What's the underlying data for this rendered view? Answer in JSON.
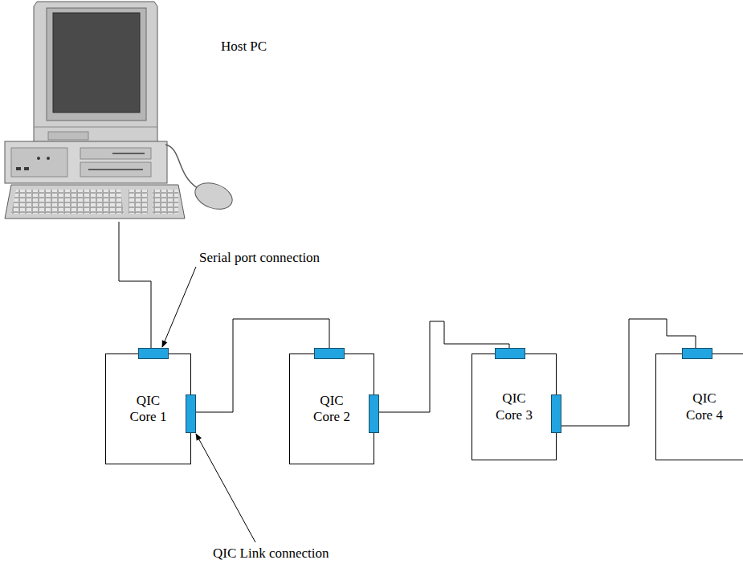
{
  "diagram": {
    "nodes": [
      {
        "text": [
          "Host PC"
        ]
      },
      {
        "text": [
          "QIC Core 1"
        ]
      },
      {
        "text": [
          "QIC Core 2"
        ]
      },
      {
        "text": [
          "QIC Core 3"
        ]
      },
      {
        "text": [
          "QIC Core 4"
        ]
      }
    ],
    "edges": [
      {
        "from": 0,
        "to": 1,
        "arrow": "none"
      },
      {
        "from": 1,
        "to": 2,
        "arrow": "none"
      },
      {
        "from": 2,
        "to": 3,
        "arrow": "none"
      },
      {
        "from": 3,
        "to": 4,
        "arrow": "none"
      }
    ],
    "labels": [
      "Serial port connection",
      "QIC Link connection"
    ]
  }
}
